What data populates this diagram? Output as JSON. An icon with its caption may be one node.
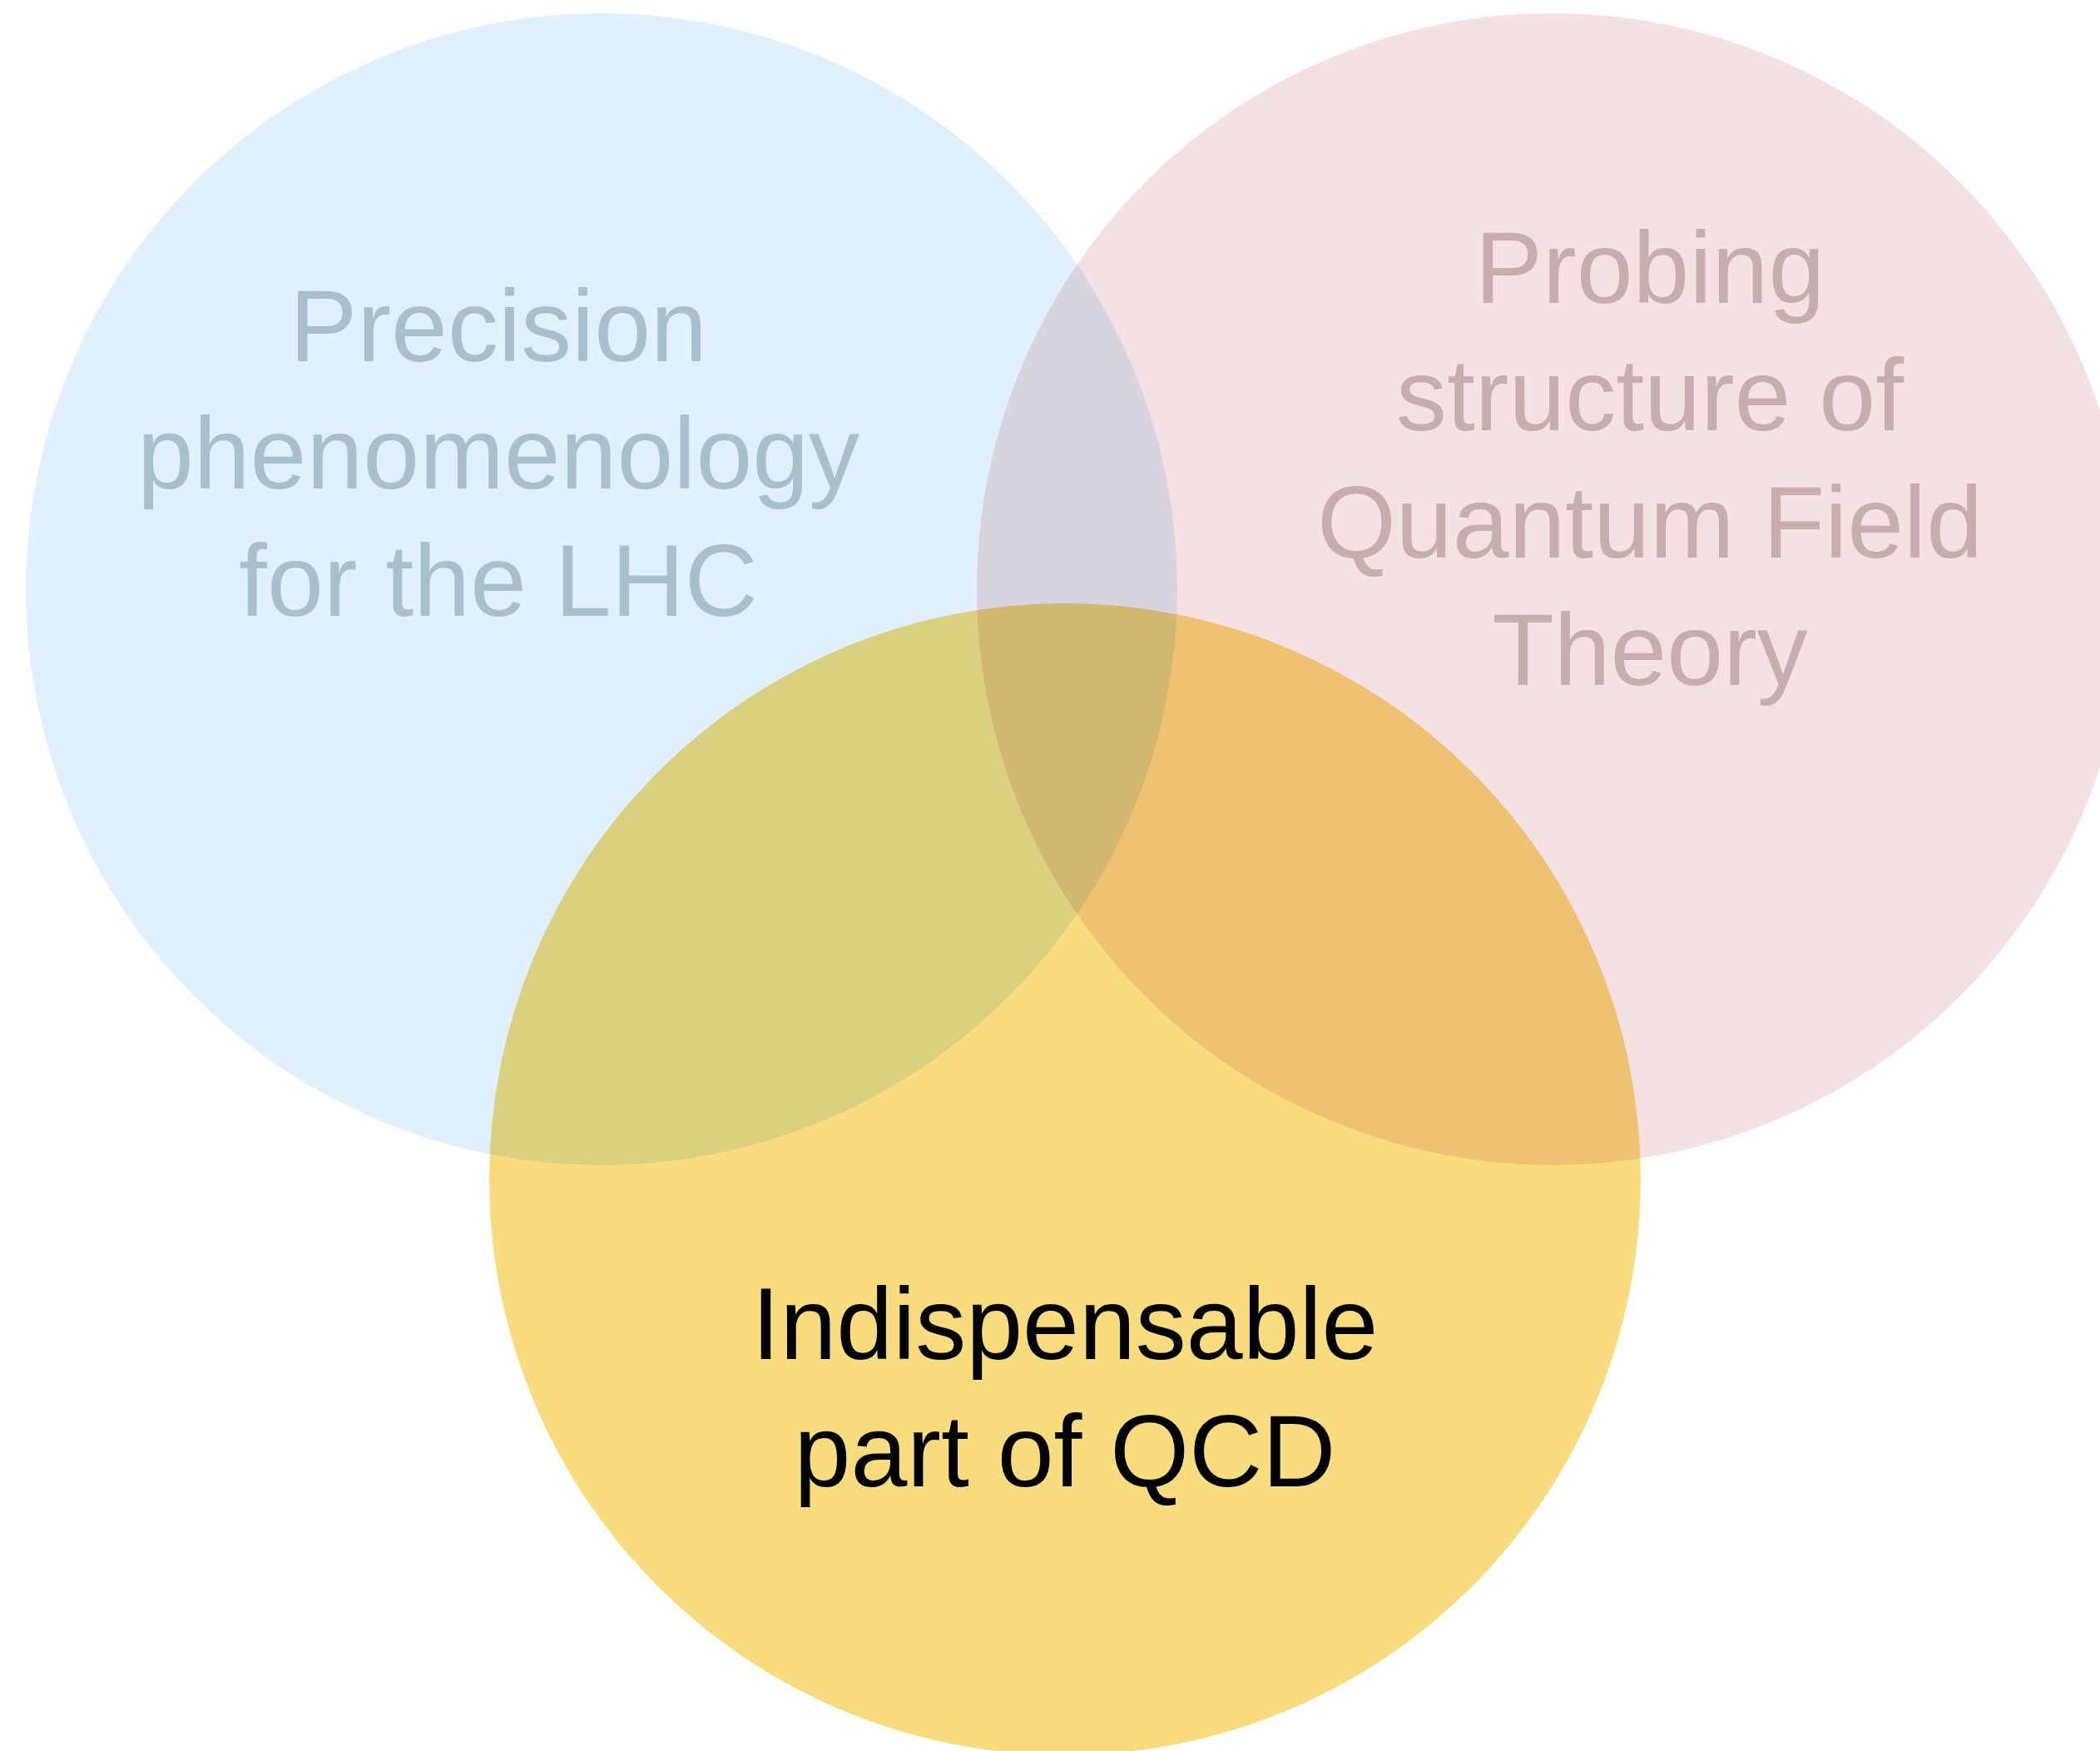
{
  "diagram": {
    "nodes": [
      {
        "text": [
          "Precision phenomenology for the LHC"
        ]
      },
      {
        "text": [
          "Probing structure of Quantum Field Theory"
        ]
      },
      {
        "text": [
          "Indispensable part of QCD"
        ]
      }
    ]
  }
}
